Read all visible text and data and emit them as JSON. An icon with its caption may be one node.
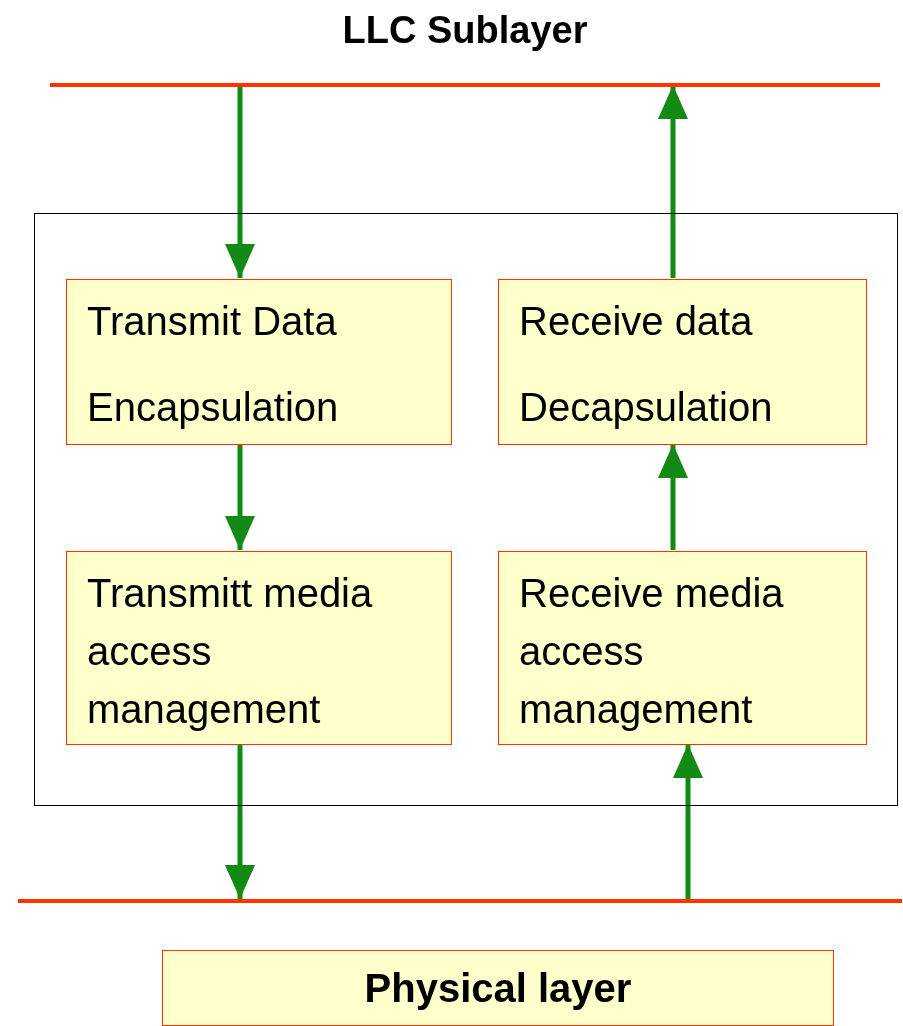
{
  "diagram": {
    "nodes": [
      {
        "text": [
          "LLC Sublayer"
        ]
      },
      {
        "text": [],
        "shape": "box"
      },
      {
        "text": [
          "Transmit Data",
          "Encapsulation"
        ],
        "in": 1
      },
      {
        "text": [
          "Receive data",
          "Decapsulation"
        ],
        "in": 1
      },
      {
        "text": [
          "Transmitt media access management"
        ],
        "in": 1
      },
      {
        "text": [
          "Receive media access management"
        ],
        "in": 1
      },
      {
        "text": [],
        "shape": "bar"
      },
      {
        "text": [
          "Physical layer"
        ]
      }
    ],
    "edges": [
      {
        "from": 0,
        "to": 2,
        "arrow": "to"
      },
      {
        "from": 3,
        "to": 0,
        "arrow": "to"
      },
      {
        "from": 2,
        "to": 4,
        "arrow": "to"
      },
      {
        "from": 5,
        "to": 3,
        "arrow": "to"
      },
      {
        "from": 4,
        "to": 6,
        "arrow": "to"
      },
      {
        "from": 6,
        "to": 5,
        "arrow": "to"
      }
    ]
  }
}
